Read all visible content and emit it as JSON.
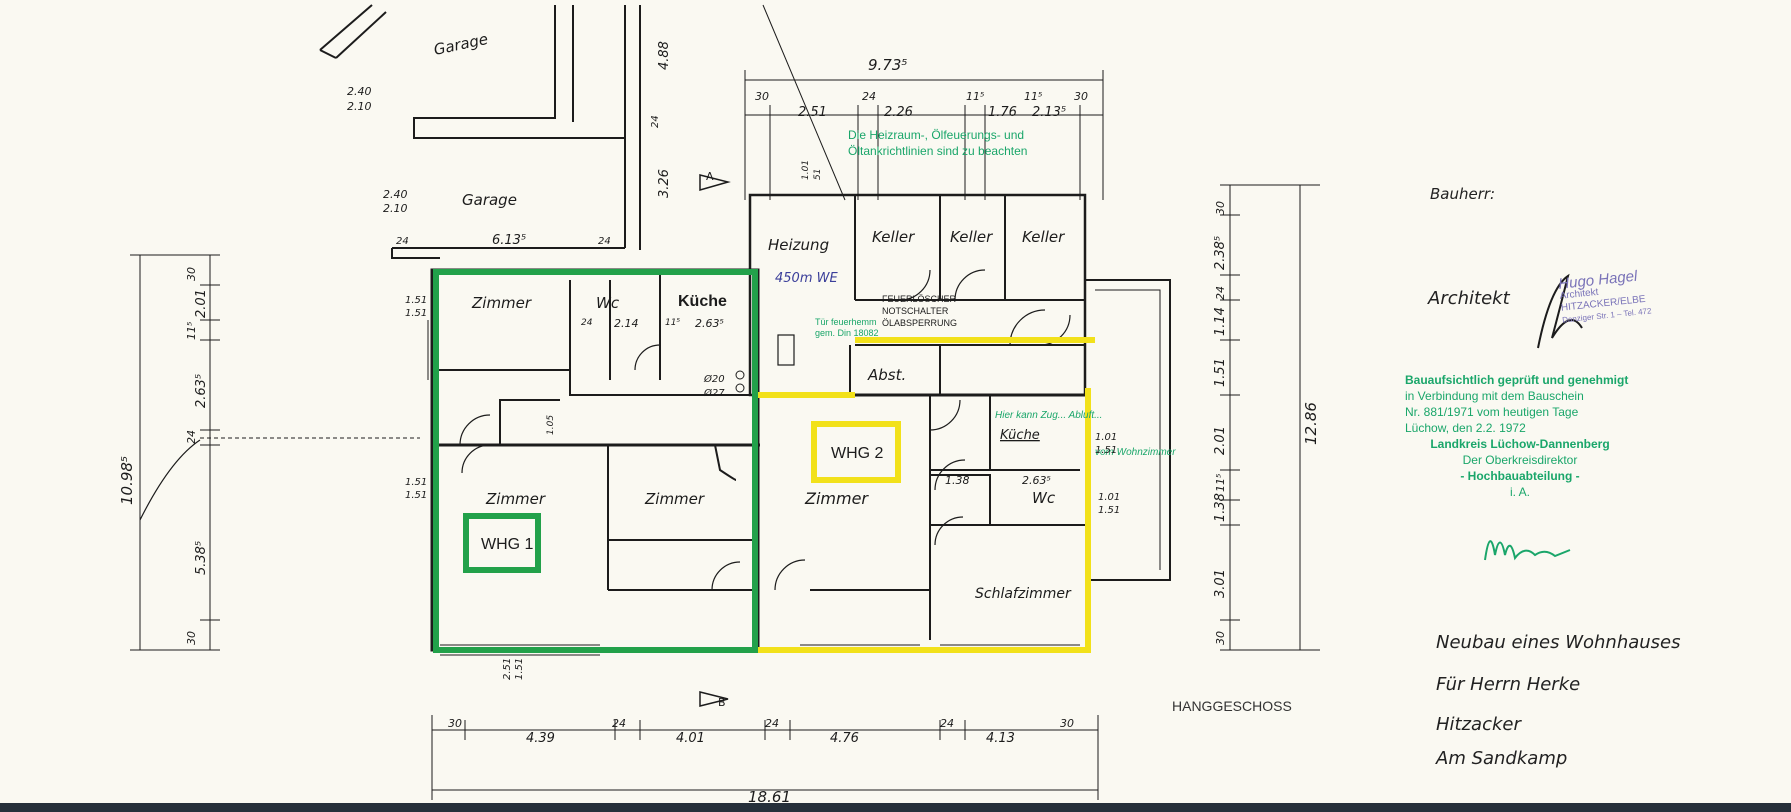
{
  "labels": {
    "garage_top": "Garage",
    "garage_mid": "Garage",
    "zimmer_1": "Zimmer",
    "zimmer_2": "Zimmer",
    "zimmer_3": "Zimmer",
    "zimmer_4": "Zimmer",
    "wc_1": "Wc",
    "wc_2": "Wc",
    "kueche_1": "Küche",
    "kueche_2": "Küche",
    "heizung": "Heizung",
    "keller_1": "Keller",
    "keller_2": "Keller",
    "keller_3": "Keller",
    "abst": "Abst.",
    "schlafzimmer": "Schlafzimmer",
    "whg1": "WHG 1",
    "whg2": "WHG 2",
    "hanggeschoss": "HANGGESCHOSS",
    "heizung_note": "450m WE",
    "note_line1": "Die Heizraum-, Ölfeuerungs- und",
    "note_line2": "Öltankrichtlinien sind zu beachten",
    "feuerloescher": "FEUERLÖSCHER",
    "notschalter": "NOTSCHALTER",
    "oelabsperrung": "ÖLABSPERRUNG",
    "tuer_note1": "Tür feuerhemm",
    "tuer_note2": "gem. Din 18082",
    "green_note": "Hier kann Zug... Abluft...",
    "green_note2": "vom Wohnzimmer",
    "section_a": "A",
    "section_b": "B"
  },
  "dims": {
    "top_total": "9.73⁵",
    "top_segs": [
      "30",
      "2.51",
      "24",
      "2.26",
      "11⁵",
      "1.76",
      "11⁵",
      "2.13⁵",
      "30"
    ],
    "bottom_total": "18.61",
    "bottom_segs": [
      "30",
      "4.39",
      "24",
      "4.01",
      "24",
      "4.76",
      "24",
      "4.13",
      "30"
    ],
    "left_total": "10.98⁵",
    "left_segs": [
      "30",
      "2.01",
      "11⁵",
      "2.63⁵",
      "24",
      "5.38⁵",
      "30"
    ],
    "right_total": "12.86",
    "right_segs": [
      "30",
      "2.38⁵",
      "24",
      "1.14",
      "1.51",
      "2.01",
      "11⁵",
      "1.38",
      "3.01",
      "30"
    ],
    "garage_a": "2.40",
    "garage_b": "2.10",
    "garage_c": "2.40",
    "garage_d": "2.10",
    "garage_w": "6.13⁵",
    "g24a": "24",
    "g24b": "24",
    "v488": "4.88",
    "v326": "3.26",
    "v24": "24",
    "wc_w": "2.14",
    "kueche_w": "2.63⁵",
    "k24": "24",
    "k115": "11⁵",
    "wc2_w": "2.63⁵",
    "w138": "1.38",
    "d101a": "1.01",
    "d151a": "1.51",
    "d101b": "1.01",
    "d151b": "1.51",
    "d151l1": "1.51",
    "d151l2": "1.51",
    "d151l3": "1.51",
    "d151l4": "1.51",
    "p020": "Ø20",
    "p027": "Ø27",
    "d105": "1.05",
    "win_a": "1.01",
    "win_b": "51",
    "win_bottom": "2.51",
    "win_bottom2": "1.51"
  },
  "sidebar": {
    "bauherr": "Bauherr:",
    "architekt": "Architekt",
    "title1": "Neubau eines Wohnhauses",
    "title2": "Für Herrn   Herke",
    "title3": "Hitzacker",
    "title4": "Am Sandkamp"
  },
  "stamp": {
    "l1": "Bauaufsichtlich geprüft und genehmigt",
    "l2": "in Verbindung mit dem Bauschein",
    "l3": "Nr. 881/1971 vom heutigen Tage",
    "l4": "Lüchow, den 2.2. 1972",
    "l5": "Landkreis Lüchow-Dannenberg",
    "l6": "Der Oberkreisdirektor",
    "l7": "- Hochbauabteilung -",
    "l8": "i. A."
  },
  "architect_stamp": {
    "sig": "Hugo Hagel",
    "l1": "Architekt",
    "l2": "HITZACKER/ELBE",
    "l3": "Danziger Str. 1 – Tel. 472"
  },
  "colors": {
    "whg1": "#22a14a",
    "whg2": "#f2e11a",
    "ink": "#1c1c1c",
    "green_ink": "#1aa66a"
  }
}
